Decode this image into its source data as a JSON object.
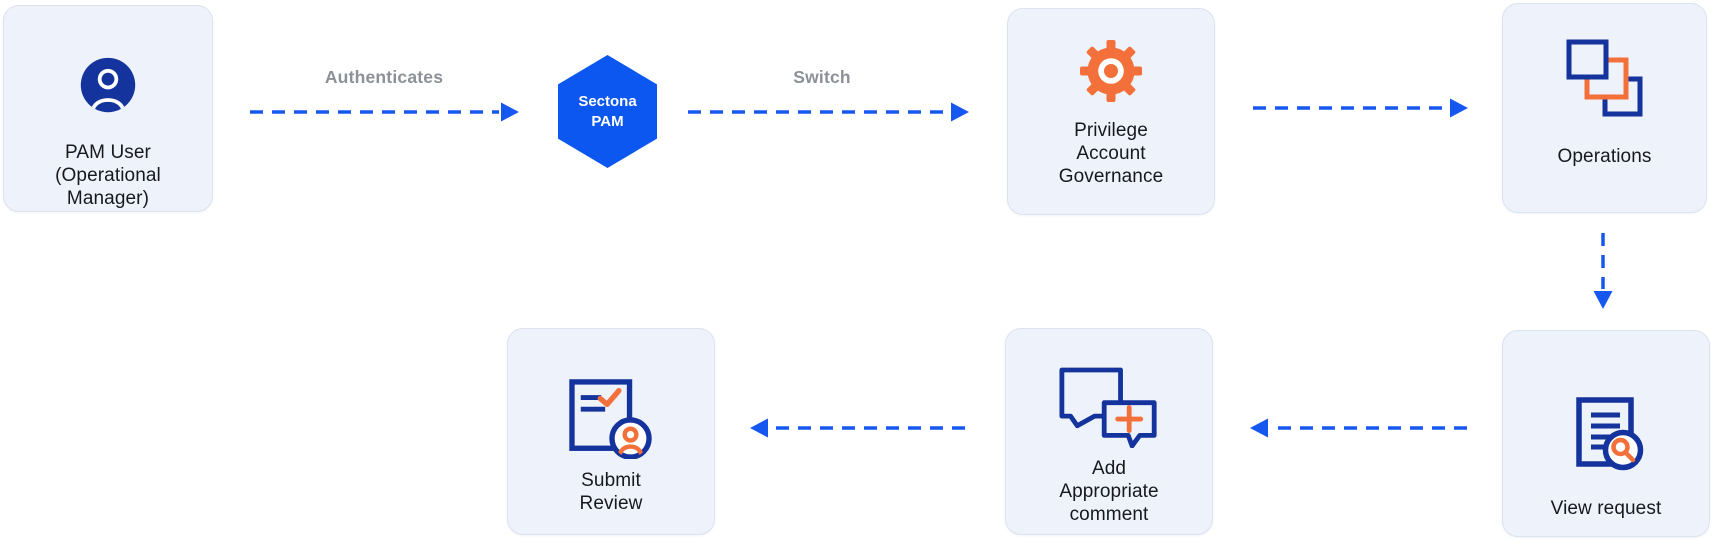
{
  "diagram": {
    "nodes": {
      "pam_user": {
        "label": "PAM User\n(Operational\nManager)",
        "icon": "user-icon"
      },
      "sectona_pam": {
        "label": "Sectona\nPAM",
        "icon": "hexagon-badge"
      },
      "privilege_account_governance": {
        "label": "Privilege\nAccount\nGovernance",
        "icon": "gear-icon"
      },
      "operations": {
        "label": "Operations",
        "icon": "overlapping-squares-icon"
      },
      "view_request": {
        "label": "View request",
        "icon": "document-magnifier-icon"
      },
      "add_appropriate_comment": {
        "label": "Add\nAppropriate\ncomment",
        "icon": "speech-bubbles-plus-icon"
      },
      "submit_review": {
        "label": "Submit\nReview",
        "icon": "document-check-person-icon"
      }
    },
    "edges": [
      {
        "from": "pam_user",
        "to": "sectona_pam",
        "label": "Authenticates",
        "style": "dashed-blue-arrow"
      },
      {
        "from": "sectona_pam",
        "to": "privilege_account_governance",
        "label": "Switch",
        "style": "dashed-blue-arrow"
      },
      {
        "from": "privilege_account_governance",
        "to": "operations",
        "label": "",
        "style": "dashed-blue-arrow"
      },
      {
        "from": "operations",
        "to": "view_request",
        "label": "",
        "style": "dashed-blue-arrow"
      },
      {
        "from": "view_request",
        "to": "add_appropriate_comment",
        "label": "",
        "style": "dashed-blue-arrow"
      },
      {
        "from": "add_appropriate_comment",
        "to": "submit_review",
        "label": "",
        "style": "dashed-blue-arrow"
      }
    ],
    "colors": {
      "card_background": "#edf2fb",
      "card_border": "#dbe2f0",
      "navy": "#14339d",
      "bright_blue": "#0b57f0",
      "arrow_blue": "#1658ef",
      "orange": "#f4703a",
      "edge_label_gray": "#8c9198",
      "card_text": "#17191d"
    }
  }
}
